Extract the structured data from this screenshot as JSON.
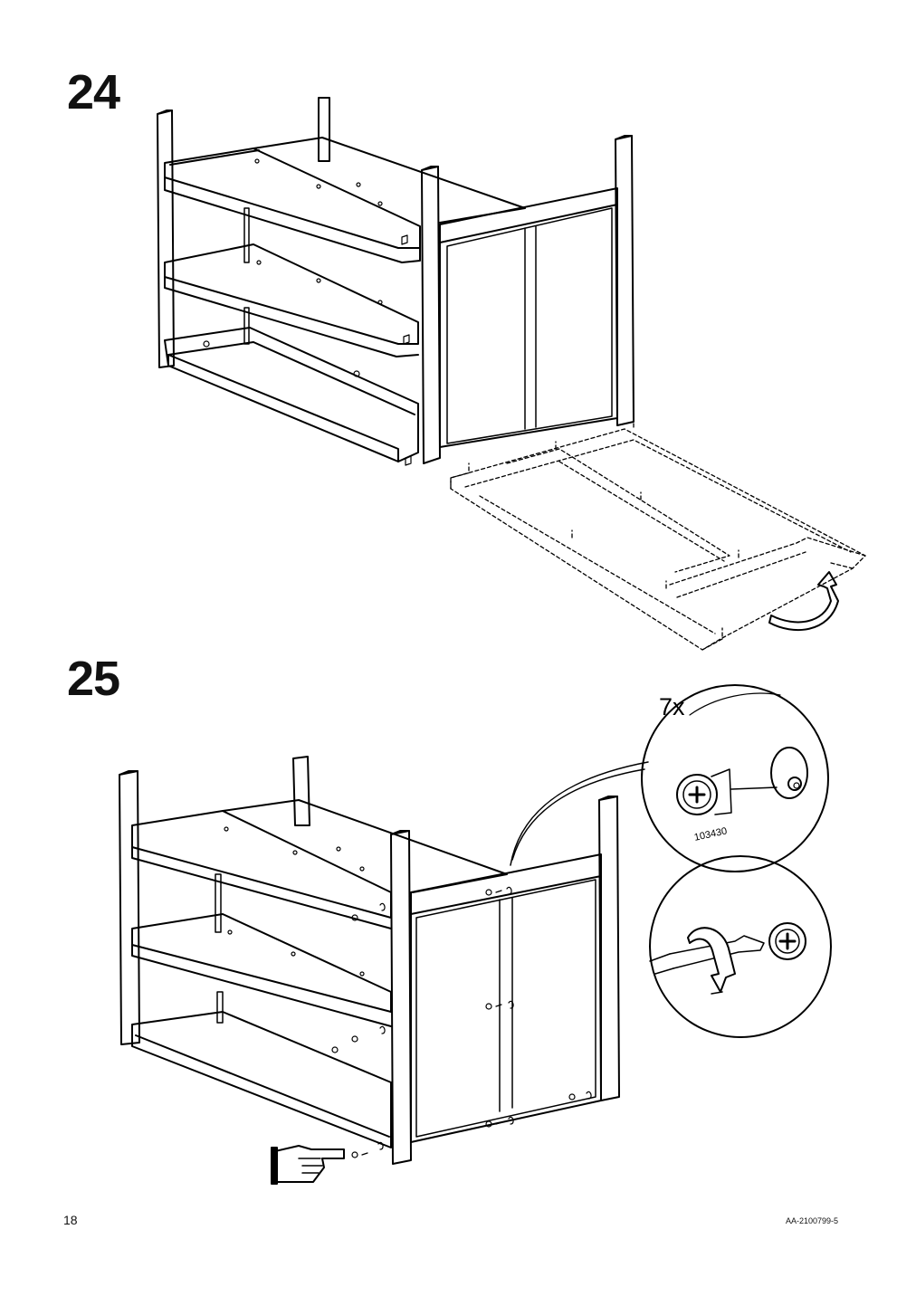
{
  "steps": [
    {
      "number": "24"
    },
    {
      "number": "25",
      "detail": {
        "quantity": "7x",
        "part_number": "103430"
      }
    }
  ],
  "footer": {
    "page_number": "18",
    "document_code": "AA-2100799-5"
  }
}
